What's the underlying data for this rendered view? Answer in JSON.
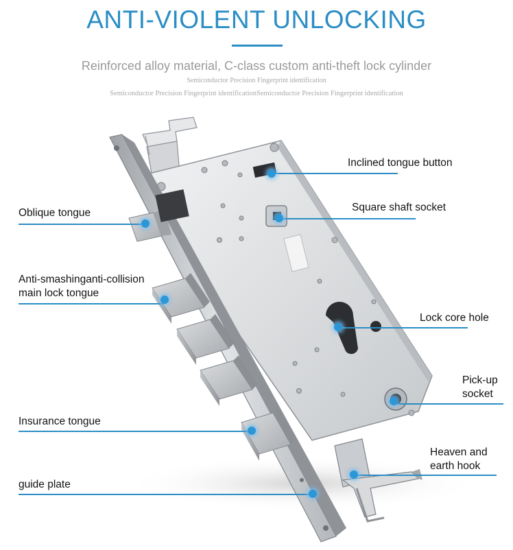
{
  "header": {
    "title": "ANTI-VIOLENT UNLOCKING",
    "subtitle": "Reinforced alloy material, C-class custom anti-theft lock cylinder",
    "small_line_1": "Semiconductor Precision Fingerprint identification",
    "small_line_2": "Semiconductor Precision Fingerprint identificationSemiconductor Precision Fingerprint identification"
  },
  "labels": {
    "inclined_tongue_button": "Inclined tongue button",
    "square_shaft_socket": "Square shaft socket",
    "oblique_tongue": "Oblique tongue",
    "main_lock_tongue_line1": "Anti-smashinganti-collision",
    "main_lock_tongue_line2": "main lock tongue",
    "lock_core_hole": "Lock core hole",
    "pickup_socket_line1": "Pick-up",
    "pickup_socket_line2": "socket",
    "insurance_tongue": "Insurance tongue",
    "heaven_earth_hook_line1": "Heaven and",
    "heaven_earth_hook_line2": "earth hook",
    "guide_plate": "guide plate"
  },
  "colors": {
    "accent": "#2a8dc5",
    "marker": "#2b97d6",
    "steel_light": "#e4e5e7",
    "steel_dark": "#9da1a6"
  }
}
